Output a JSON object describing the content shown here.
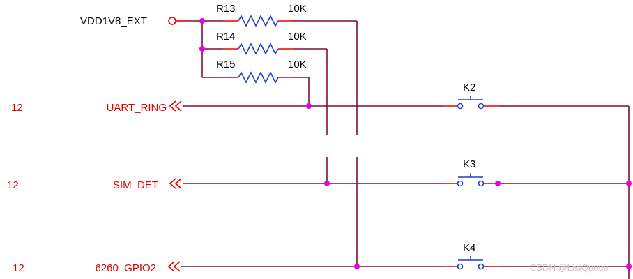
{
  "colors": {
    "wire": "#7a0f3c",
    "pin": "#e60000",
    "component": "#1f3fbf",
    "junction": "#e600e6",
    "text": "#000000",
    "net_label": "#e60000"
  },
  "power_net": "VDD1V8_EXT",
  "resistors": [
    {
      "ref": "R13",
      "value": "10K"
    },
    {
      "ref": "R14",
      "value": "10K"
    },
    {
      "ref": "R15",
      "value": "10K"
    }
  ],
  "switches": [
    {
      "ref": "K2"
    },
    {
      "ref": "K3"
    },
    {
      "ref": "K4"
    }
  ],
  "signals": [
    {
      "page": "12",
      "name": "UART_RING"
    },
    {
      "page": "12",
      "name": "SIM_DET"
    },
    {
      "page": "12",
      "name": "6260_GPIO2"
    }
  ],
  "watermark": "CSDN @ListQueue"
}
